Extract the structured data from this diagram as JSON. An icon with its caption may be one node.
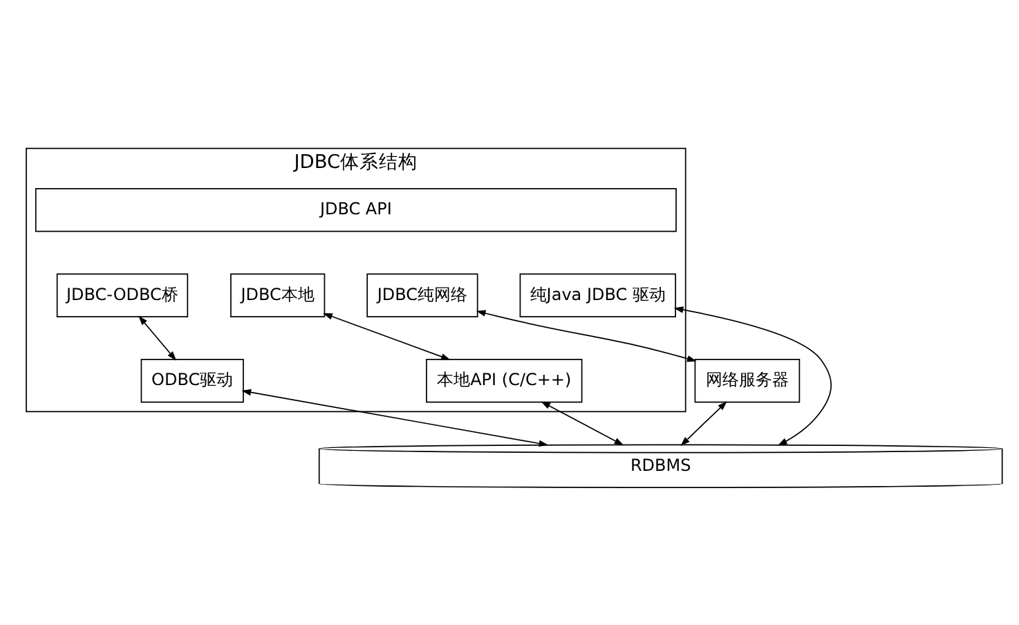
{
  "diagram": {
    "nodes": [
      {
        "text": [
          "JDBC体系结构"
        ]
      },
      {
        "text": [
          "JDBC API"
        ],
        "in": 0
      },
      {
        "text": [
          "JDBC-ODBC桥"
        ],
        "in": 0
      },
      {
        "text": [
          "JDBC本地"
        ],
        "in": 0
      },
      {
        "text": [
          "JDBC纯网络"
        ],
        "in": 0
      },
      {
        "text": [
          "纯Java JDBC 驱动"
        ],
        "in": 0
      },
      {
        "text": [
          "ODBC驱动"
        ],
        "in": 0
      },
      {
        "text": [
          "本地API (C/C++)"
        ],
        "in": 0
      },
      {
        "text": [
          "网络服务器"
        ]
      },
      {
        "text": [
          "RDBMS"
        ]
      }
    ],
    "edges": [
      {
        "from": 2,
        "to": 6,
        "arrow": "both"
      },
      {
        "from": 3,
        "to": 7,
        "arrow": "both"
      },
      {
        "from": 4,
        "to": 8,
        "arrow": "both"
      },
      {
        "from": 6,
        "to": 9,
        "arrow": "both"
      },
      {
        "from": 7,
        "to": 9,
        "arrow": "both"
      },
      {
        "from": 8,
        "to": 9,
        "arrow": "both"
      },
      {
        "from": 5,
        "to": 9,
        "arrow": "both"
      }
    ]
  }
}
